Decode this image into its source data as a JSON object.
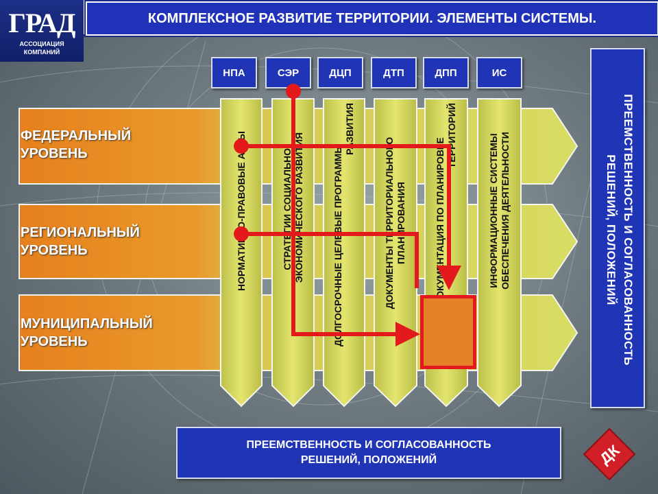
{
  "logo": {
    "word": "ГРАД",
    "sub_line1": "АССОЦИАЦИЯ",
    "sub_line2": "КОМПАНИЙ"
  },
  "title": "КОМПЛЕКСНОЕ РАЗВИТИЕ ТЕРРИТОРИИ. ЭЛЕМЕНТЫ СИСТЕМЫ.",
  "levels": [
    {
      "line1": "ФЕДЕРАЛЬНЫЙ",
      "line2": "УРОВЕНЬ"
    },
    {
      "line1": "РЕГИОНАЛЬНЫЙ",
      "line2": "УРОВЕНЬ"
    },
    {
      "line1": "МУНИЦИПАЛЬНЫЙ",
      "line2": "УРОВЕНЬ"
    }
  ],
  "columns": [
    {
      "tab": "НПА",
      "line1": "НОРМАТИВНО-ПРАВОВЫЕ АКТЫ",
      "line2": ""
    },
    {
      "tab": "СЭР",
      "line1": "СТРАТЕГИИ СОЦИАЛЬНО-",
      "line2": "ЭКОНОМИЧЕСКОГО РАЗВИТИЯ"
    },
    {
      "tab": "ДЦП",
      "line1": "ДОЛГОСРОЧНЫЕ ЦЕЛЕВЫЕ ПРОГРАММЫ",
      "line2": "РАЗВИТИЯ"
    },
    {
      "tab": "ДТП",
      "line1": "ДОКУМЕНТЫ ТЕРРИТОРИАЛЬНОГО",
      "line2": "ПЛАНИРОВАНИЯ"
    },
    {
      "tab": "ДПП",
      "line1": "ДОКУМЕНТАЦИЯ ПО ПЛАНИРОВКЕ",
      "line2": "ТЕРРИТОРИЙ"
    },
    {
      "tab": "ИС",
      "line1": "ИНФОРМАЦИОННЫЕ СИСТЕМЫ",
      "line2": "ОБЕСПЕЧЕНИЯ ДЕЯТЕЛЬНОСТИ"
    }
  ],
  "side_panel": {
    "line1": "ПРЕЕМСТВЕННОСТЬ  И  СОГЛАСОВАННОСТЬ",
    "line2": "РЕШЕНИЙ,  ПОЛОЖЕНИЙ"
  },
  "bottom_panel": {
    "line1": "ПРЕЕМСТВЕННОСТЬ  И  СОГЛАСОВАННОСТЬ",
    "line2": "РЕШЕНИЙ,  ПОЛОЖЕНИЙ"
  },
  "badge": "ДК",
  "colors": {
    "header_blue": "#2033b8",
    "panel_blue": "#2034b6",
    "row_orange": "#e8891f",
    "column_yellow": "#d9dc5a",
    "arrow_red": "#e3191b",
    "badge_red": "#d11f27"
  }
}
